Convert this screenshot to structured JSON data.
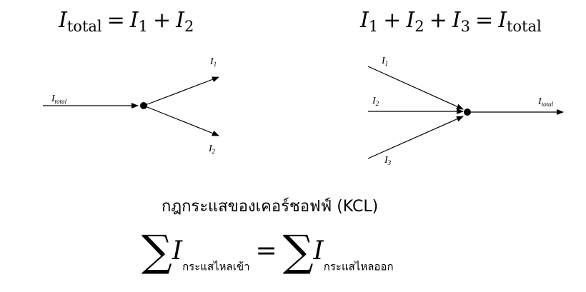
{
  "equations": {
    "left": {
      "lhs_var": "I",
      "lhs_sub": "total",
      "op_eq": "=",
      "t1_var": "I",
      "t1_sub": "1",
      "op_plus": "+",
      "t2_var": "I",
      "t2_sub": "2"
    },
    "right": {
      "t1_var": "I",
      "t1_sub": "1",
      "op_plus1": "+",
      "t2_var": "I",
      "t2_sub": "2",
      "op_plus2": "+",
      "t3_var": "I",
      "t3_sub": "3",
      "op_eq": "=",
      "rhs_var": "I",
      "rhs_sub": "total"
    }
  },
  "diagram_left": {
    "in_label": {
      "var": "I",
      "sub": "total"
    },
    "out1_label": {
      "var": "I",
      "sub": "1"
    },
    "out2_label": {
      "var": "I",
      "sub": "2"
    }
  },
  "diagram_right": {
    "in1_label": {
      "var": "I",
      "sub": "1"
    },
    "in2_label": {
      "var": "I",
      "sub": "2"
    },
    "in3_label": {
      "var": "I",
      "sub": "3"
    },
    "out_label": {
      "var": "I",
      "sub": "total"
    }
  },
  "kcl": {
    "title": "กฎกระแสของเคอร์ชอฟฟ์ (KCL)",
    "sigma": "∑",
    "var": "I",
    "sub_in": "กระแสไหลเข้า",
    "op_eq": "=",
    "sub_out": "กระแสไหลออก"
  },
  "colors": {
    "ink": "#000000",
    "background": "#ffffff"
  }
}
